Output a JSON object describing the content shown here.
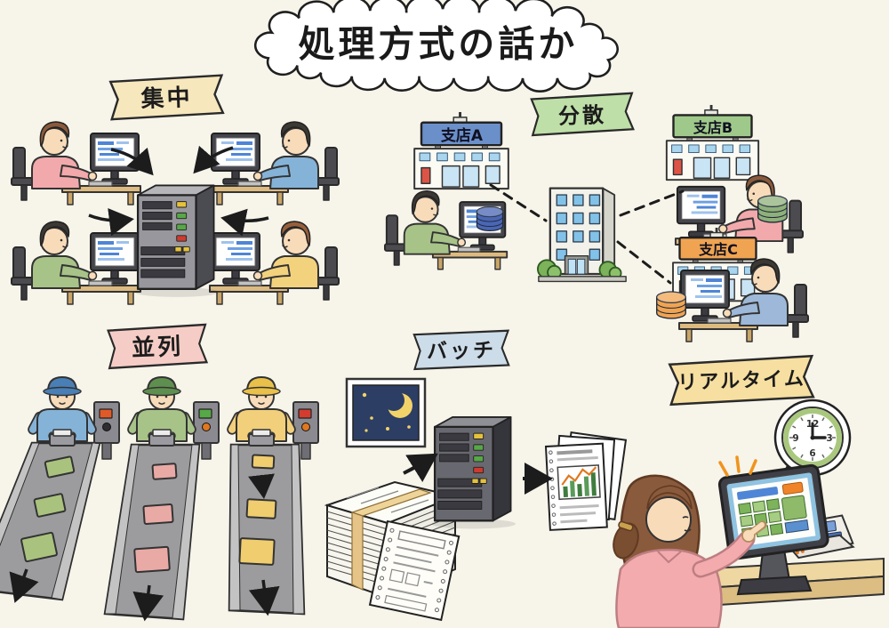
{
  "title": "処理方式の話か",
  "sections": {
    "centralized": {
      "label": "集中"
    },
    "distributed": {
      "label": "分散",
      "branch_a": "支店A",
      "branch_b": "支店B",
      "branch_c": "支店C"
    },
    "parallel": {
      "label": "並列"
    },
    "batch": {
      "label": "バッチ"
    },
    "realtime": {
      "label": "リアルタイム",
      "clock": {
        "twelve": "12",
        "three": "3",
        "six": "6",
        "nine": "9"
      }
    }
  },
  "palette": {
    "background": "#f7f4ea",
    "banner_centralized": "#f7e7bd",
    "banner_distributed": "#bfdfa8",
    "banner_parallel": "#f6cdc6",
    "banner_batch": "#ccdce8",
    "banner_realtime": "#f6dfa0",
    "sign_branch_a": "#6b8fc9",
    "sign_branch_b": "#9fc98a",
    "sign_branch_c": "#f0a452",
    "database_a": "#4a66b4",
    "database_b": "#8fb07a",
    "database_c": "#f0a452",
    "box_lane1": "#a9c37e",
    "box_lane2": "#e9aaa6",
    "box_lane3": "#f0cd6e",
    "night_sky": "#2d3e64",
    "moon": "#f2d36a",
    "clock_ring": "#a9c87e",
    "accent_orange": "#f0941e"
  }
}
